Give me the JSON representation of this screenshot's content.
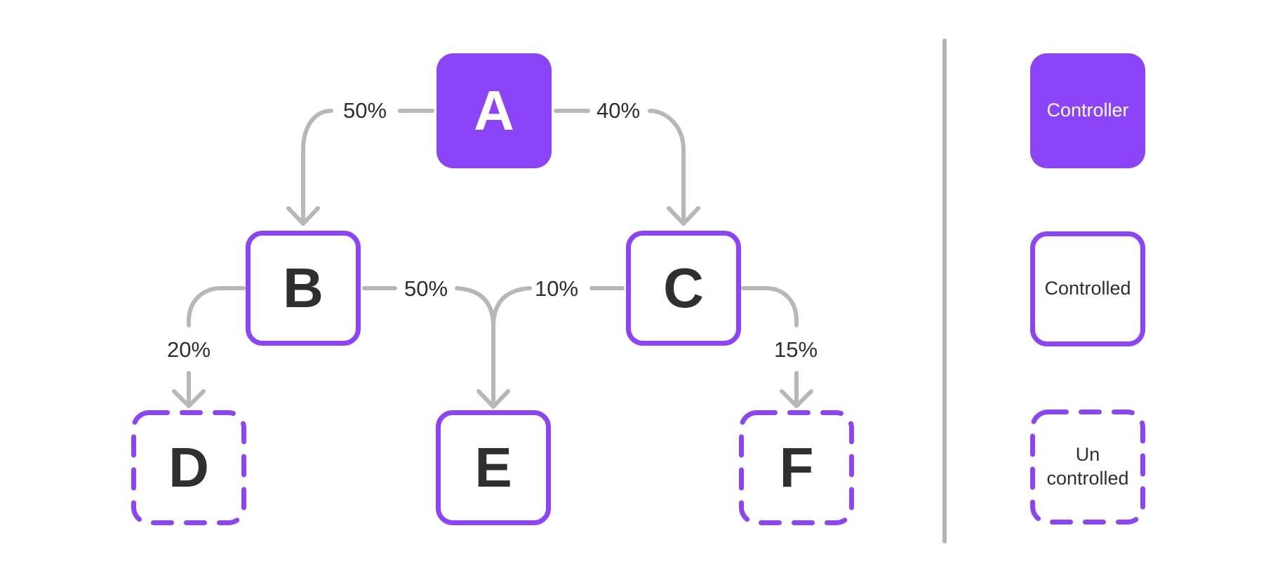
{
  "diagram": {
    "nodes": [
      {
        "id": "A",
        "label": "A",
        "type": "controller"
      },
      {
        "id": "B",
        "label": "B",
        "type": "controlled"
      },
      {
        "id": "C",
        "label": "C",
        "type": "controlled"
      },
      {
        "id": "D",
        "label": "D",
        "type": "uncontrolled"
      },
      {
        "id": "E",
        "label": "E",
        "type": "controlled"
      },
      {
        "id": "F",
        "label": "F",
        "type": "uncontrolled"
      }
    ],
    "edges": [
      {
        "from": "A",
        "to": "B",
        "label": "50%"
      },
      {
        "from": "A",
        "to": "C",
        "label": "40%"
      },
      {
        "from": "B",
        "to": "D",
        "label": "20%"
      },
      {
        "from": "B",
        "to": "E",
        "label": "50%"
      },
      {
        "from": "C",
        "to": "E",
        "label": "10%"
      },
      {
        "from": "C",
        "to": "F",
        "label": "15%"
      }
    ]
  },
  "legend": {
    "items": [
      {
        "label": "Controller",
        "style": "filled"
      },
      {
        "label": "Controlled",
        "style": "outlined"
      },
      {
        "label": "Un controlled",
        "style": "dashed"
      }
    ]
  },
  "colors": {
    "accent_purple": "#8b44f8",
    "edge_gray": "#b7b7b7",
    "divider_gray": "#b3b3b3",
    "text_dark": "#2f2f2f",
    "node_text_light": "#ffffff",
    "background": "#ffffff"
  }
}
